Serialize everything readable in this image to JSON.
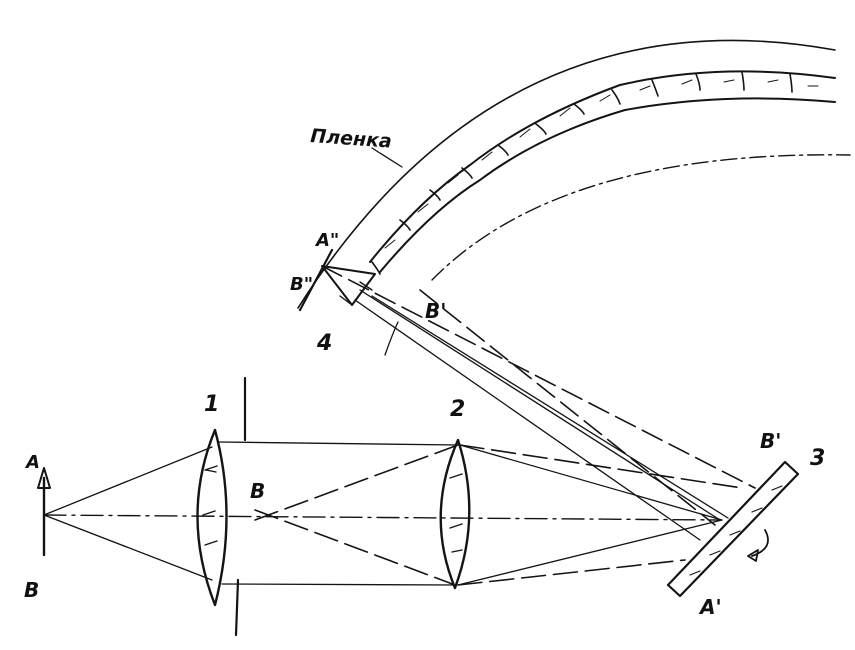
{
  "diagram": {
    "labels": {
      "film": "Пленка",
      "num1": "1",
      "num2": "2",
      "num3": "3",
      "num4": "4",
      "object_top": "A",
      "object_bottom": "B",
      "B_mid": "B",
      "A_prime": "A'",
      "B_prime_mirror": "B'",
      "B_prime_upper": "B'",
      "A_double": "A\"",
      "B_double": "B\""
    },
    "colors": {
      "ink": "#141414",
      "paper": "#ffffff"
    }
  }
}
